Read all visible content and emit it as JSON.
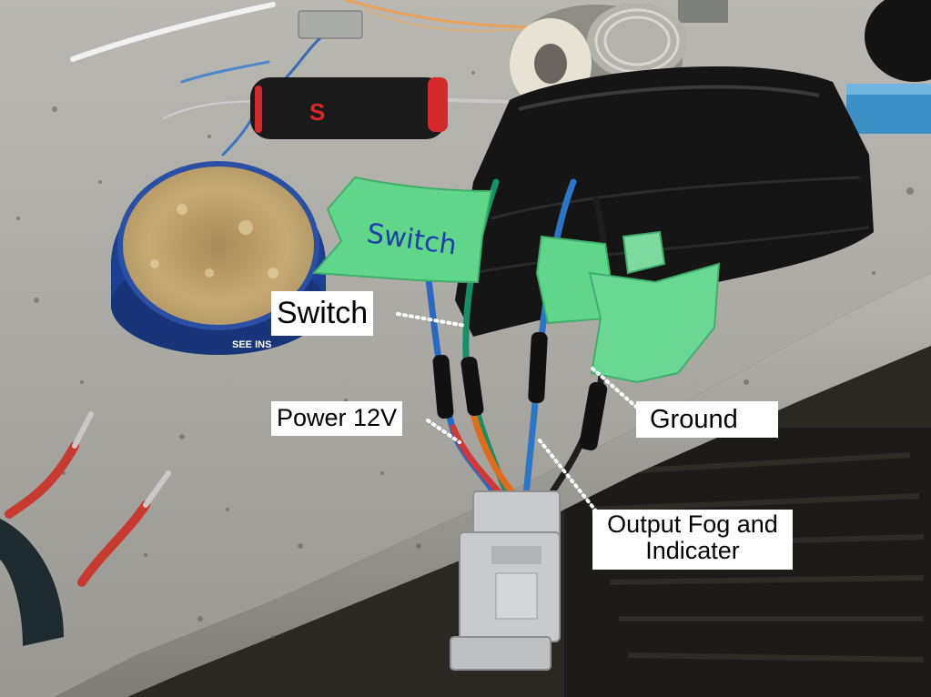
{
  "photo": {
    "labels": {
      "switch": "Switch",
      "power": "Power 12V",
      "ground": "Ground",
      "output_line1": "Output Fog and",
      "output_line2": "Indicater"
    },
    "tape_writing": {
      "switch": "Switch"
    },
    "screwdriver_logo": "S",
    "tin_text": "SEE INS",
    "colors": {
      "bench": "#a9a8a2",
      "tape": "#5fd68a",
      "tape_ink": "#1f3fa8",
      "tin_blue": "#1c3f8f",
      "screwdriver_red": "#d42a2a",
      "connector": "#c9cacb",
      "electrical_tape": "#151515"
    }
  }
}
